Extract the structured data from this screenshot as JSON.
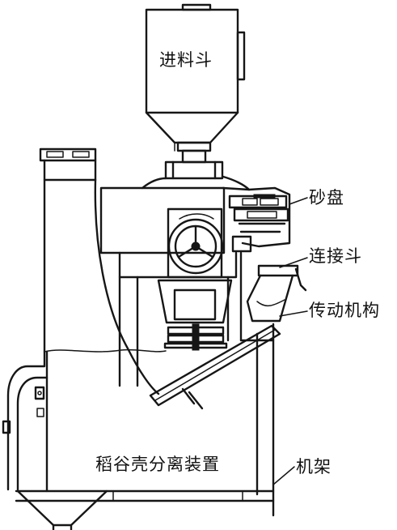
{
  "labels": {
    "feed_hopper": "进料斗",
    "sand_disk": "砂盘",
    "connecting_hopper": "连接斗",
    "transmission": "传动机构",
    "frame": "机架",
    "husk_separator": "稻谷壳分离装置"
  },
  "colors": {
    "ink": "#161616",
    "background": "#ffffff"
  }
}
